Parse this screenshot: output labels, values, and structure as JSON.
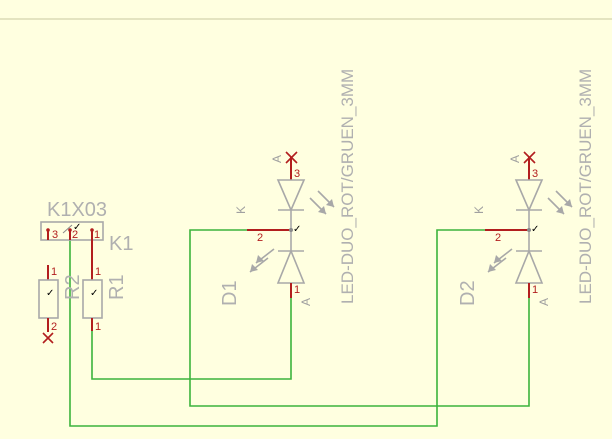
{
  "colors": {
    "background": "#ffffe0",
    "frame": "#c8c8a0",
    "net": "#3cb43c",
    "pin": "#b21e1e",
    "symbol": "#a8a8a8"
  },
  "checkmark": "✓",
  "connector": {
    "name": "K1X03",
    "ref": "K1",
    "pins": [
      "3",
      "2",
      "1"
    ]
  },
  "resistors": [
    {
      "name": "R2",
      "pin_top": "1",
      "pin_bottom": "2"
    },
    {
      "name": "R1",
      "pin_top": "1",
      "pin_bottom": "1"
    }
  ],
  "leds": [
    {
      "name": "D1",
      "value": "LED-DUO_ROT/GRUEN_3MM",
      "pin_a_top": "3",
      "pin_k": "2",
      "pin_a_bottom": "1",
      "label_a": "A",
      "label_k": "K"
    },
    {
      "name": "D2",
      "value": "LED-DUO_ROT/GRUEN_3MM",
      "pin_a_top": "3",
      "pin_k": "2",
      "pin_a_bottom": "1",
      "label_a": "A",
      "label_k": "K"
    }
  ]
}
